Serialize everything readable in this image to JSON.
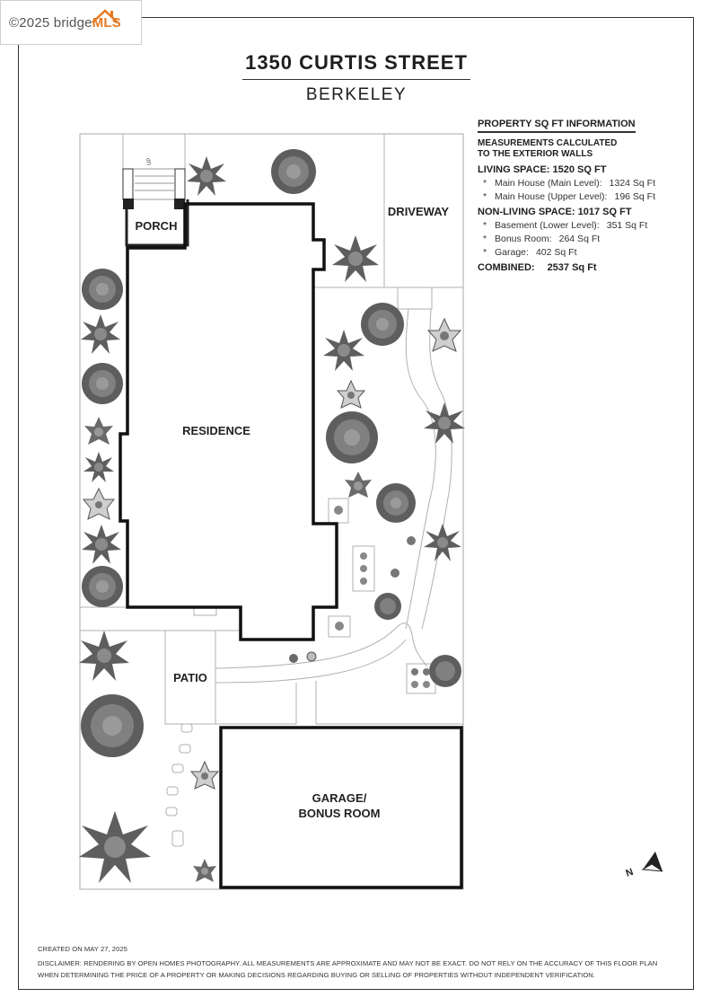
{
  "logo": {
    "prefix": "©2025 bridge",
    "brand": "MLS"
  },
  "title": "1350 CURTIS STREET",
  "subtitle": "BERKELEY",
  "info": {
    "header": "PROPERTY SQ FT INFORMATION",
    "measure_line1": "MEASUREMENTS CALCULATED",
    "measure_line2": "TO THE EXTERIOR WALLS",
    "living": "LIVING SPACE: 1520 SQ FT",
    "living_items": [
      {
        "bullet": "*",
        "label": "Main House (Main Level):",
        "value": "1324 Sq Ft"
      },
      {
        "bullet": "*",
        "label": "Main House (Upper Level):",
        "value": "196 Sq Ft"
      }
    ],
    "nonliving": "NON-LIVING SPACE: 1017 SQ FT",
    "nonliving_items": [
      {
        "bullet": "*",
        "label": "Basement (Lower Level):",
        "value": "351 Sq Ft"
      },
      {
        "bullet": "*",
        "label": "Bonus Room:",
        "value": "264 Sq Ft"
      },
      {
        "bullet": "*",
        "label": "Garage:",
        "value": "402 Sq Ft"
      }
    ],
    "combined_label": "COMBINED:",
    "combined_value": "2537 Sq Ft"
  },
  "plan": {
    "porch": "PORCH",
    "driveway": "DRIVEWAY",
    "residence": "RESIDENCE",
    "patio": "PATIO",
    "garage_line1": "GARAGE/",
    "garage_line2": "BONUS ROOM",
    "stair_label": "UP",
    "compass": "N"
  },
  "footer": {
    "created": "CREATED ON MAY 27, 2025",
    "disclaimer1": "DISCLAIMER: RENDERING BY OPEN HOMES PHOTOGRAPHY. ALL MEASUREMENTS ARE APPROXIMATE AND MAY NOT BE EXACT. DO NOT RELY ON THE ACCURACY OF THIS FLOOR PLAN",
    "disclaimer2": "WHEN DETERMINING THE PRICE OF A PROPERTY OR MAKING DECISIONS REGARDING BUYING OR SELLING OF PROPERTIES WITHOUT INDEPENDENT VERIFICATION."
  }
}
